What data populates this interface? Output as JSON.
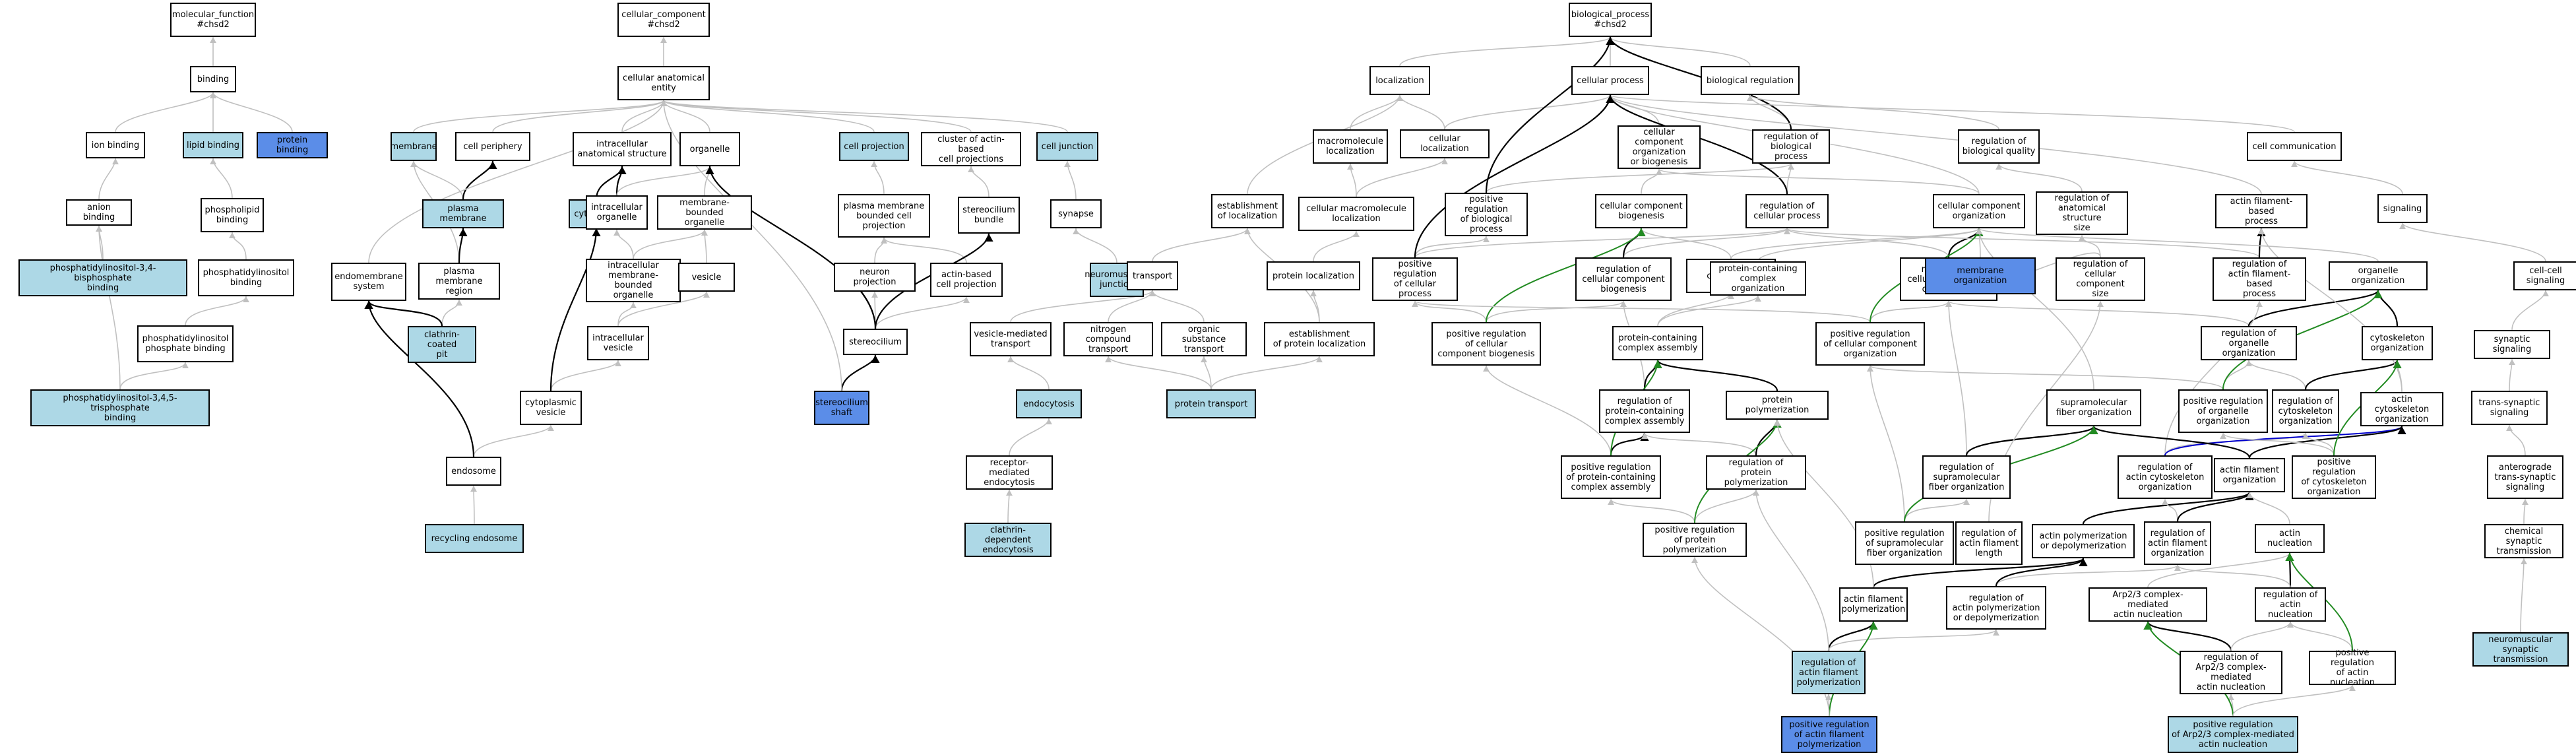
{
  "colors": {
    "default": "#ffffff",
    "light": "#add8e6",
    "dark": "#5b8de8",
    "edge_gray": "#c0c0c0",
    "edge_black": "#000000",
    "edge_blue": "#0000cc",
    "edge_green": "#228b22"
  },
  "nodes": [
    {
      "id": "mf",
      "label": "molecular_function\n#chsd2",
      "style": "default"
    },
    {
      "id": "binding",
      "label": "binding",
      "style": "default"
    },
    {
      "id": "ion_binding",
      "label": "ion binding",
      "style": "default"
    },
    {
      "id": "lipid_binding",
      "label": "lipid binding",
      "style": "light"
    },
    {
      "id": "protein_binding",
      "label": "protein binding",
      "style": "dark"
    },
    {
      "id": "anion_binding",
      "label": "anion binding",
      "style": "default"
    },
    {
      "id": "phospholipid_binding",
      "label": "phospholipid\nbinding",
      "style": "default"
    },
    {
      "id": "pip34",
      "label": "phosphatidylinositol-3,4-bisphosphate\nbinding",
      "style": "light"
    },
    {
      "id": "pi_binding",
      "label": "phosphatidylinositol\nbinding",
      "style": "default"
    },
    {
      "id": "pip_binding",
      "label": "phosphatidylinositol\nphosphate binding",
      "style": "default"
    },
    {
      "id": "pip345",
      "label": "phosphatidylinositol-3,4,5-trisphosphate\nbinding",
      "style": "light"
    },
    {
      "id": "cc",
      "label": "cellular_component\n#chsd2",
      "style": "default"
    },
    {
      "id": "cae",
      "label": "cellular anatomical\nentity",
      "style": "default"
    },
    {
      "id": "membrane",
      "label": "membrane",
      "style": "light"
    },
    {
      "id": "cell_periphery",
      "label": "cell periphery",
      "style": "default"
    },
    {
      "id": "ias",
      "label": "intracellular\nanatomical structure",
      "style": "default"
    },
    {
      "id": "organelle",
      "label": "organelle",
      "style": "default"
    },
    {
      "id": "cell_projection",
      "label": "cell projection",
      "style": "light"
    },
    {
      "id": "cluster_actin",
      "label": "cluster of actin-based\ncell projections",
      "style": "default"
    },
    {
      "id": "cell_junction",
      "label": "cell junction",
      "style": "light"
    },
    {
      "id": "plasma_membrane",
      "label": "plasma membrane",
      "style": "light"
    },
    {
      "id": "cytoplasm",
      "label": "cytoplasm",
      "style": "light"
    },
    {
      "id": "intracellular_organelle",
      "label": "intracellular\norganelle",
      "style": "default"
    },
    {
      "id": "membrane_bounded_organelle",
      "label": "membrane-bounded\norganelle",
      "style": "default"
    },
    {
      "id": "pmbcp",
      "label": "plasma membrane\nbounded cell\nprojection",
      "style": "default"
    },
    {
      "id": "stereocilium_bundle",
      "label": "stereocilium\nbundle",
      "style": "default"
    },
    {
      "id": "synapse",
      "label": "synapse",
      "style": "default"
    },
    {
      "id": "endomembrane",
      "label": "endomembrane\nsystem",
      "style": "default"
    },
    {
      "id": "pm_region",
      "label": "plasma membrane\nregion",
      "style": "default"
    },
    {
      "id": "imbo",
      "label": "intracellular\nmembrane-bounded\norganelle",
      "style": "default"
    },
    {
      "id": "vesicle",
      "label": "vesicle",
      "style": "default"
    },
    {
      "id": "neuron_projection",
      "label": "neuron projection",
      "style": "default"
    },
    {
      "id": "actin_cell_projection",
      "label": "actin-based\ncell projection",
      "style": "default"
    },
    {
      "id": "nmj",
      "label": "neuromuscular\njunction",
      "style": "light"
    },
    {
      "id": "clathrin_pit",
      "label": "clathrin-coated\npit",
      "style": "light"
    },
    {
      "id": "intracellular_vesicle",
      "label": "intracellular\nvesicle",
      "style": "default"
    },
    {
      "id": "stereocilium",
      "label": "stereocilium",
      "style": "default"
    },
    {
      "id": "cytoplasmic_vesicle",
      "label": "cytoplasmic\nvesicle",
      "style": "default"
    },
    {
      "id": "stereocilium_shaft",
      "label": "stereocilium\nshaft",
      "style": "dark"
    },
    {
      "id": "endosome",
      "label": "endosome",
      "style": "default"
    },
    {
      "id": "recycling_endosome",
      "label": "recycling endosome",
      "style": "light"
    },
    {
      "id": "bp",
      "label": "biological_process\n#chsd2",
      "style": "default"
    },
    {
      "id": "localization",
      "label": "localization",
      "style": "default"
    },
    {
      "id": "cellular_process",
      "label": "cellular process",
      "style": "default"
    },
    {
      "id": "biological_regulation",
      "label": "biological regulation",
      "style": "default"
    },
    {
      "id": "macromolecule_localization",
      "label": "macromolecule\nlocalization",
      "style": "default"
    },
    {
      "id": "cellular_localization",
      "label": "cellular localization",
      "style": "default"
    },
    {
      "id": "ccob",
      "label": "cellular component\norganization\nor biogenesis",
      "style": "default"
    },
    {
      "id": "reg_bp",
      "label": "regulation of\nbiological process",
      "style": "default"
    },
    {
      "id": "reg_bq",
      "label": "regulation of\nbiological quality",
      "style": "default"
    },
    {
      "id": "cell_communication",
      "label": "cell communication",
      "style": "default"
    },
    {
      "id": "establishment_localization",
      "label": "establishment\nof localization",
      "style": "default"
    },
    {
      "id": "cml",
      "label": "cellular macromolecule\nlocalization",
      "style": "default"
    },
    {
      "id": "pos_reg_bp",
      "label": "positive regulation\nof biological\nprocess",
      "style": "default"
    },
    {
      "id": "ccb",
      "label": "cellular component\nbiogenesis",
      "style": "default"
    },
    {
      "id": "reg_cp",
      "label": "regulation of\ncellular process",
      "style": "default"
    },
    {
      "id": "cco",
      "label": "cellular component\norganization",
      "style": "default"
    },
    {
      "id": "reg_anat_size",
      "label": "regulation of\nanatomical structure\nsize",
      "style": "default"
    },
    {
      "id": "afbp",
      "label": "actin filament-based\nprocess",
      "style": "default"
    },
    {
      "id": "signaling",
      "label": "signaling",
      "style": "default"
    },
    {
      "id": "transport",
      "label": "transport",
      "style": "default"
    },
    {
      "id": "protein_localization",
      "label": "protein localization",
      "style": "default"
    },
    {
      "id": "pos_reg_cp",
      "label": "positive regulation\nof cellular\nprocess",
      "style": "default"
    },
    {
      "id": "reg_ccb",
      "label": "regulation of\ncellular component\nbiogenesis",
      "style": "default"
    },
    {
      "id": "cca",
      "label": "cellular component\nassembly",
      "style": "default"
    },
    {
      "id": "pcco",
      "label": "protein-containing\ncomplex organization",
      "style": "default"
    },
    {
      "id": "reg_cco",
      "label": "regulation of\ncellular component\norganization",
      "style": "default"
    },
    {
      "id": "membrane_organization",
      "label": "membrane organization",
      "style": "dark"
    },
    {
      "id": "reg_cc_size",
      "label": "regulation of\ncellular component\nsize",
      "style": "default"
    },
    {
      "id": "reg_afbp",
      "label": "regulation of\nactin filament-based\nprocess",
      "style": "default"
    },
    {
      "id": "organelle_organization",
      "label": "organelle organization",
      "style": "default"
    },
    {
      "id": "cell_cell_signaling",
      "label": "cell-cell signaling",
      "style": "default"
    },
    {
      "id": "vesicle_transport",
      "label": "vesicle-mediated\ntransport",
      "style": "default"
    },
    {
      "id": "ncompound_transport",
      "label": "nitrogen compound\ntransport",
      "style": "default"
    },
    {
      "id": "organic_transport",
      "label": "organic substance\ntransport",
      "style": "default"
    },
    {
      "id": "est_protein_loc",
      "label": "establishment\nof protein localization",
      "style": "default"
    },
    {
      "id": "pos_reg_ccb",
      "label": "positive regulation\nof cellular\ncomponent biogenesis",
      "style": "default"
    },
    {
      "id": "pcca",
      "label": "protein-containing\ncomplex assembly",
      "style": "default"
    },
    {
      "id": "pos_reg_cco",
      "label": "positive regulation\nof cellular component\norganization",
      "style": "default"
    },
    {
      "id": "reg_org_org",
      "label": "regulation of\norganelle organization",
      "style": "default"
    },
    {
      "id": "cyto_org",
      "label": "cytoskeleton\norganization",
      "style": "default"
    },
    {
      "id": "synaptic_signaling",
      "label": "synaptic signaling",
      "style": "default"
    },
    {
      "id": "endocytosis",
      "label": "endocytosis",
      "style": "light"
    },
    {
      "id": "protein_transport",
      "label": "protein transport",
      "style": "light"
    },
    {
      "id": "reg_pcca",
      "label": "regulation of\nprotein-containing\ncomplex assembly",
      "style": "default"
    },
    {
      "id": "protein_polymerization",
      "label": "protein polymerization",
      "style": "default"
    },
    {
      "id": "supramolecular_fiber_org",
      "label": "supramolecular\nfiber organization",
      "style": "default"
    },
    {
      "id": "pos_reg_org_org",
      "label": "positive regulation\nof organelle\norganization",
      "style": "default"
    },
    {
      "id": "reg_cyto_org",
      "label": "regulation of\ncytoskeleton\norganization",
      "style": "default"
    },
    {
      "id": "actin_cyto_org",
      "label": "actin cytoskeleton\norganization",
      "style": "default"
    },
    {
      "id": "trans_synaptic",
      "label": "trans-synaptic\nsignaling",
      "style": "default"
    },
    {
      "id": "receptor_endocytosis",
      "label": "receptor-mediated\nendocytosis",
      "style": "default"
    },
    {
      "id": "pos_reg_pcca",
      "label": "positive regulation\nof protein-containing\ncomplex assembly",
      "style": "default"
    },
    {
      "id": "reg_protein_poly",
      "label": "regulation of\nprotein polymerization",
      "style": "default"
    },
    {
      "id": "reg_smfo",
      "label": "regulation of\nsupramolecular\nfiber organization",
      "style": "default"
    },
    {
      "id": "reg_actin_cyto_org",
      "label": "regulation of\nactin cytoskeleton\norganization",
      "style": "default"
    },
    {
      "id": "actin_filament_org",
      "label": "actin filament\norganization",
      "style": "default"
    },
    {
      "id": "pos_reg_cyto_org",
      "label": "positive regulation\nof cytoskeleton\norganization",
      "style": "default"
    },
    {
      "id": "anterograde",
      "label": "anterograde\ntrans-synaptic\nsignaling",
      "style": "default"
    },
    {
      "id": "clathrin_endocytosis",
      "label": "clathrin-dependent\nendocytosis",
      "style": "light"
    },
    {
      "id": "pos_reg_protein_poly",
      "label": "positive regulation\nof protein polymerization",
      "style": "default"
    },
    {
      "id": "pos_reg_smfo",
      "label": "positive regulation\nof supramolecular\nfiber organization",
      "style": "default"
    },
    {
      "id": "reg_af_length",
      "label": "regulation of\nactin filament\nlength",
      "style": "default"
    },
    {
      "id": "actin_poly_depoly",
      "label": "actin polymerization\nor depolymerization",
      "style": "default"
    },
    {
      "id": "reg_af_org",
      "label": "regulation of\nactin filament\norganization",
      "style": "default"
    },
    {
      "id": "actin_nucleation",
      "label": "actin nucleation",
      "style": "default"
    },
    {
      "id": "chemical_synaptic",
      "label": "chemical synaptic\ntransmission",
      "style": "default"
    },
    {
      "id": "af_polymerization",
      "label": "actin filament\npolymerization",
      "style": "default"
    },
    {
      "id": "reg_apd",
      "label": "regulation of\nactin polymerization\nor depolymerization",
      "style": "default"
    },
    {
      "id": "arp23_nucleation",
      "label": "Arp2/3 complex-mediated\nactin nucleation",
      "style": "default"
    },
    {
      "id": "reg_actin_nucleation",
      "label": "regulation of\nactin nucleation",
      "style": "default"
    },
    {
      "id": "nm_synaptic",
      "label": "neuromuscular\nsynaptic transmission",
      "style": "light"
    },
    {
      "id": "reg_af_poly",
      "label": "regulation of\nactin filament\npolymerization",
      "style": "light"
    },
    {
      "id": "reg_arp23",
      "label": "regulation of\nArp2/3 complex-mediated\nactin nucleation",
      "style": "default"
    },
    {
      "id": "pos_reg_actin_nucleation",
      "label": "positive regulation\nof actin nucleation",
      "style": "default"
    },
    {
      "id": "pos_reg_af_poly",
      "label": "positive regulation\nof actin filament\npolymerization",
      "style": "dark"
    },
    {
      "id": "pos_reg_arp23",
      "label": "positive regulation\nof Arp2/3 complex-mediated\nactin nucleation",
      "style": "light"
    }
  ]
}
